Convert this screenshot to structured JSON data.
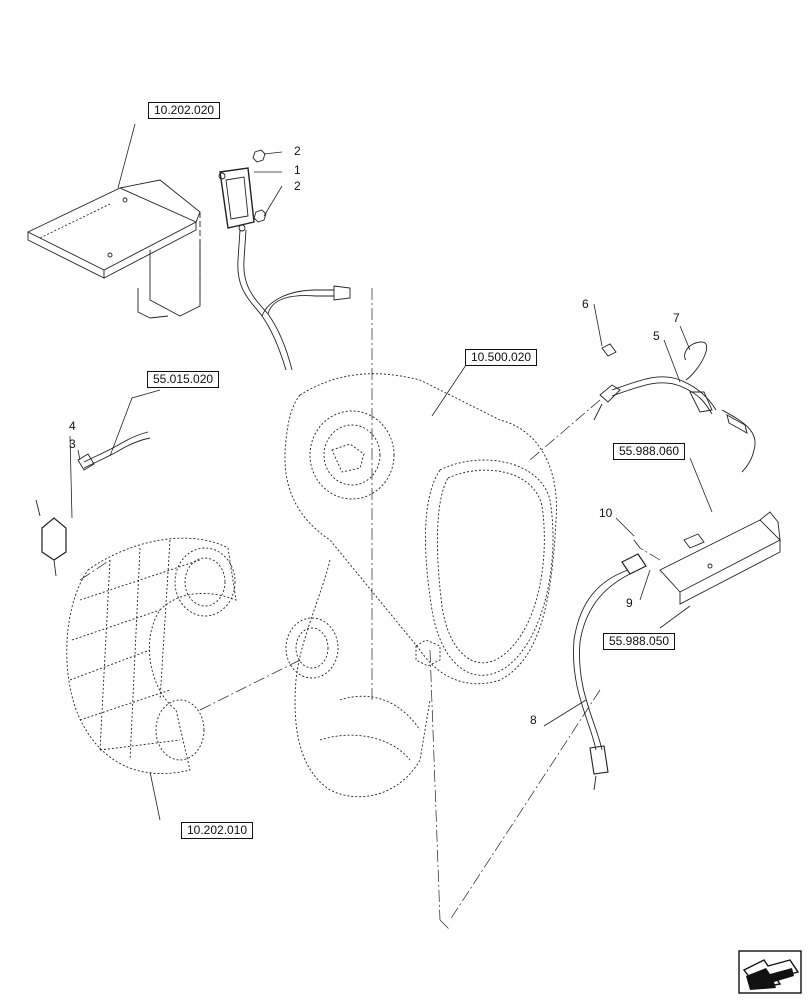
{
  "refs": {
    "r1": "10.202.020",
    "r2": "55.015.020",
    "r3": "10.500.020",
    "r4": "55.988.060",
    "r5": "55.988.050",
    "r6": "10.202.010"
  },
  "callouts": {
    "c1": "1",
    "c2a": "2",
    "c2b": "2",
    "c3": "3",
    "c4": "4",
    "c5": "5",
    "c6": "6",
    "c7": "7",
    "c8": "8",
    "c9": "9",
    "c10": "10"
  },
  "icons": {
    "nav": "page-navigation-arrow-icon"
  }
}
